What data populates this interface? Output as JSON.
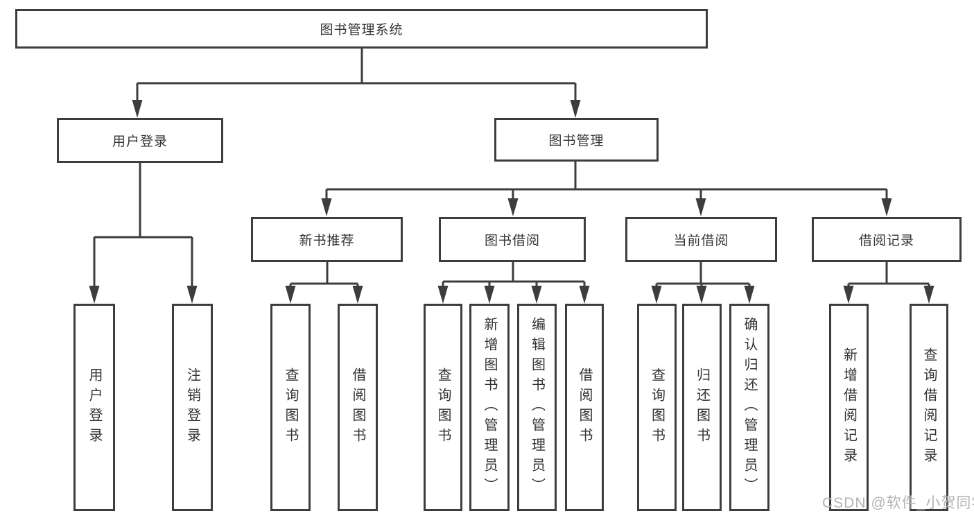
{
  "title": "图书管理系统",
  "watermark": "CSDN @软件_小贺同学",
  "colors": {
    "line": "#3d3d3d",
    "text": "#333333",
    "box_bg": "#ffffff",
    "watermark": "#b3b3b3"
  },
  "nodes": {
    "user_login": "用户登录",
    "book_mgmt": "图书管理",
    "new_book": "新书推荐",
    "book_borrow": "图书借阅",
    "current_borrow": "当前借阅",
    "borrow_record": "借阅记录"
  },
  "leaves": {
    "user_login": [
      "用户登录",
      "注销登录"
    ],
    "new_book": [
      "查询图书",
      "借阅图书"
    ],
    "book_borrow": [
      "查询图书",
      "新增图书（管理员）",
      "编辑图书（管理员）",
      "借阅图书"
    ],
    "current_borrow": [
      "查询图书",
      "归还图书",
      "确认归还（管理员）"
    ],
    "borrow_record": [
      "新增借阅记录",
      "查询借阅记录"
    ]
  },
  "tree": {
    "root": "图书管理系统",
    "children": [
      {
        "name": "用户登录",
        "children": [
          "用户登录",
          "注销登录"
        ]
      },
      {
        "name": "图书管理",
        "children": [
          {
            "name": "新书推荐",
            "children": [
              "查询图书",
              "借阅图书"
            ]
          },
          {
            "name": "图书借阅",
            "children": [
              "查询图书",
              "新增图书（管理员）",
              "编辑图书（管理员）",
              "借阅图书"
            ]
          },
          {
            "name": "当前借阅",
            "children": [
              "查询图书",
              "归还图书",
              "确认归还（管理员）"
            ]
          },
          {
            "name": "借阅记录",
            "children": [
              "新增借阅记录",
              "查询借阅记录"
            ]
          }
        ]
      }
    ]
  }
}
